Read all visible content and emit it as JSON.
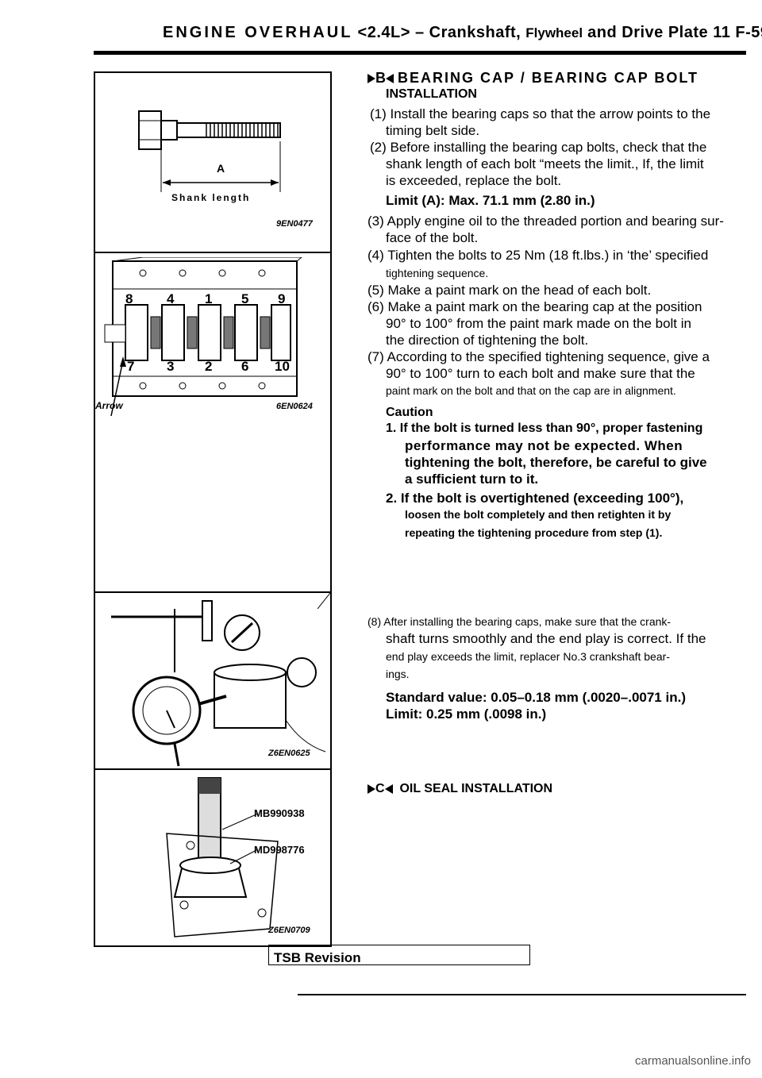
{
  "header": {
    "section": "ENGINE OVERHAUL",
    "variant": "<2.4L>",
    "dash": "–",
    "subject_a": "Crankshaft,",
    "subject_b": "Flywheel",
    "subject_c": "and Drive Plate",
    "page": "11 F-59"
  },
  "figures": {
    "fig1": {
      "label_a": "A",
      "label_shank": "Shank length",
      "code": "9EN0477"
    },
    "fig2": {
      "numbers_top": [
        "8",
        "4",
        "1",
        "5",
        "9"
      ],
      "numbers_bottom": [
        "7",
        "3",
        "2",
        "6",
        "10"
      ],
      "arrow_label": "Arrow",
      "code": "6EN0624"
    },
    "fig3": {
      "code": "Z6EN0625"
    },
    "fig4": {
      "tool1": "MB990938",
      "tool2": "MD998776",
      "code": "Z6EN0709"
    }
  },
  "section_b": {
    "marker": "B",
    "title": "BEARING CAP / BEARING CAP BOLT",
    "title2": "INSTALLATION",
    "step1a": "(1) Install the bearing caps so that the arrow points to the",
    "step1b": "timing belt side.",
    "step2a": "(2) Before installing the bearing cap bolts, check that the",
    "step2b": "shank length of each bolt “meets the limit., If, the limit",
    "step2c": "is exceeded, replace the bolt.",
    "limit": "Limit (A): Max. 71.1 mm (2.80 in.)",
    "step3a": "(3) Apply engine oil to the threaded portion and bearing sur-",
    "step3b": "face of the bolt.",
    "step4a": "(4) Tighten the bolts to 25 Nm (18 ft.lbs.) in ‘the’ specified",
    "step4b": "tightening sequence.",
    "step5": "(5) Make a paint mark on the head of each bolt.",
    "step6a": "(6) Make a paint mark on the bearing cap at the position",
    "step6b": "90° to 100° from the paint mark made on the bolt in",
    "step6c": "the direction of tightening the bolt.",
    "step7a": "(7) According to the specified tightening sequence, give a",
    "step7b": "90° to 100° turn to each bolt and make sure that the",
    "step7c": "paint mark on the bolt and that on the cap are in alignment.",
    "caution": "Caution",
    "c1a": "1. If the bolt is turned less than 90°, proper fastening",
    "c1b": "performance may not be expected. When",
    "c1c": "tightening the bolt, therefore, be careful to give",
    "c1d": "a sufficient turn to it.",
    "c2a": "2. If the bolt is overtightened (exceeding 100°),",
    "c2b": "loosen the bolt completely and then retighten it by",
    "c2c": "repeating the tightening procedure from step (1)."
  },
  "step8": {
    "a": "(8) After installing the bearing caps, make sure that the crank-",
    "b": "shaft turns smoothly and the end play is correct. If the",
    "c": "end play exceeds the limit, replacer No.3 crankshaft bear-",
    "d": "ings.",
    "standard": "Standard value: 0.05–0.18 mm (.0020–.0071 in.)",
    "limit": "Limit: 0.25 mm (.0098 in.)"
  },
  "section_c": {
    "marker": "C",
    "title": "OIL SEAL INSTALLATION"
  },
  "footer": {
    "tsb": "TSB Revision",
    "watermark": "carmanualsonline.info"
  }
}
